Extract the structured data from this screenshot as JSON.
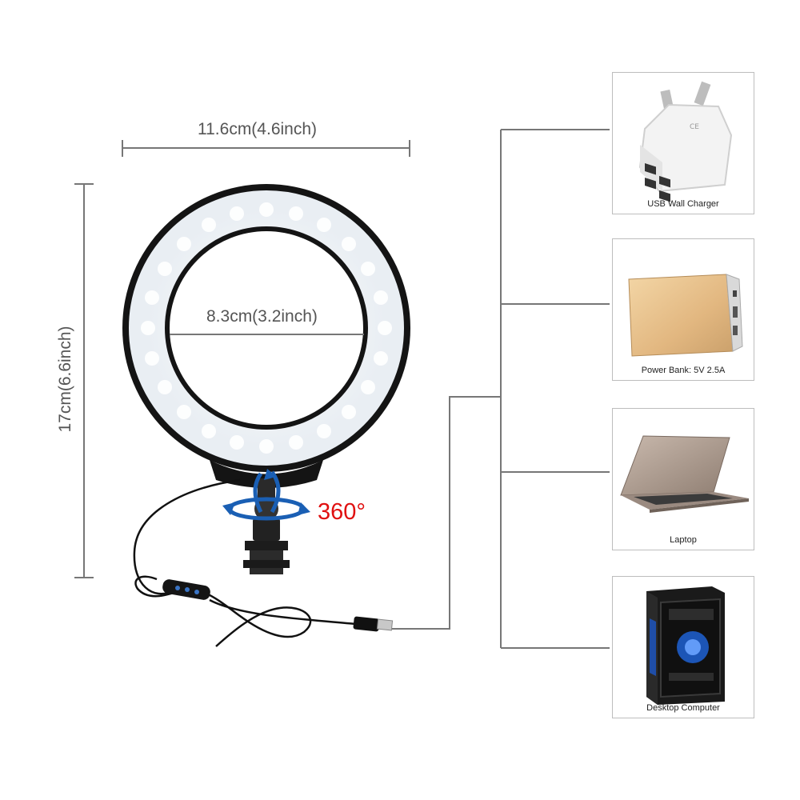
{
  "dimensions": {
    "width_label": "11.6cm(4.6inch)",
    "height_label": "17cm(6.6inch)",
    "inner_label": "8.3cm(3.2inch)"
  },
  "rotation": {
    "label": "360°"
  },
  "power_sources": [
    {
      "label": "USB Wall Charger",
      "icon": "usb-wall-charger"
    },
    {
      "label": "Power Bank: 5V 2.5A",
      "icon": "power-bank"
    },
    {
      "label": "Laptop",
      "icon": "laptop"
    },
    {
      "label": "Desktop Computer",
      "icon": "desktop-computer"
    }
  ],
  "colors": {
    "rotation_text": "#e01010",
    "rotation_arrow": "#1a5fb4",
    "ring_light": "#f4f7fa",
    "connector_line": "#777777"
  }
}
